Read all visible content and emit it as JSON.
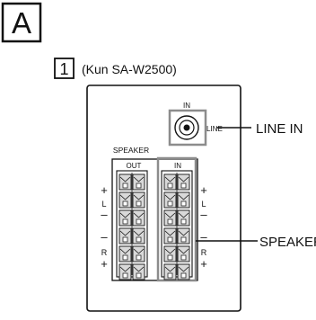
{
  "section_letter": "A",
  "step_number": "1",
  "model_note": "(Kun SA-W2500)",
  "panel": {
    "in_label": "IN",
    "line_label": "LINE",
    "speaker_label": "SPEAKER",
    "out_label": "OUT",
    "in_col_label": "IN",
    "plus": "+",
    "minus": "–",
    "l": "L",
    "r": "R"
  },
  "callouts": {
    "line_in": "LINE IN",
    "speaker_in": "SPEAKER IN"
  },
  "colors": {
    "outline": "#111111",
    "highlight": "#8c8c8c",
    "terminal_fill": "#d9d9d9"
  }
}
